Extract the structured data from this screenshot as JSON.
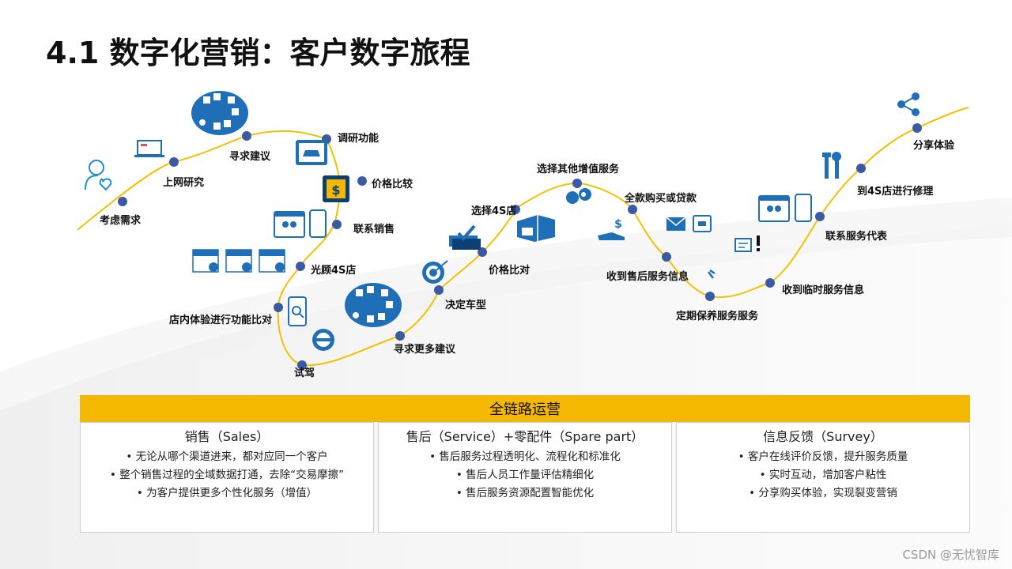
{
  "title": "4.1 数字化营销：客户数字旅程",
  "journey": {
    "nodes": [
      {
        "label": "考虑需求"
      },
      {
        "label": "上网研究"
      },
      {
        "label": "寻求建议"
      },
      {
        "label": "调研功能"
      },
      {
        "label": "价格比较"
      },
      {
        "label": "联系销售"
      },
      {
        "label": "光顾4S店"
      },
      {
        "label": "店内体验进行功能比对"
      },
      {
        "label": "试驾"
      },
      {
        "label": "寻求更多建议"
      },
      {
        "label": "决定车型"
      },
      {
        "label": "价格比对"
      },
      {
        "label": "选择4S店"
      },
      {
        "label": "选择其他增值服务"
      },
      {
        "label": "全款购买或贷款"
      },
      {
        "label": "收到售后服务信息"
      },
      {
        "label": "定期保养服务服务"
      },
      {
        "label": "收到临时服务信息"
      },
      {
        "label": "联系服务代表"
      },
      {
        "label": "到4S店进行修理"
      },
      {
        "label": "分享体验"
      }
    ],
    "colors": {
      "curve": "#f5c000",
      "node": "#3b5aa6",
      "icon": "#1f6fb8"
    }
  },
  "panel": {
    "header": "全链路运营",
    "columns": [
      {
        "title": "销售（Sales）",
        "items": [
          "无论从哪个渠道进来，都对应同一个客户",
          "整个销售过程的全域数据打通，去除“交易摩擦”",
          "为客户提供更多个性化服务（增值）"
        ]
      },
      {
        "title": "售后（Service）+零配件（Spare part）",
        "items": [
          "售后服务过程透明化、流程化和标准化",
          "售后人员工作量评估精细化",
          "售后服务资源配置智能优化"
        ]
      },
      {
        "title": "信息反馈（Survey）",
        "items": [
          "客户在线评价反馈，提升服务质量",
          "实时互动，增加客户粘性",
          "分享购买体验，实现裂变营销"
        ]
      }
    ]
  },
  "watermark": "CSDN @无忧智库"
}
